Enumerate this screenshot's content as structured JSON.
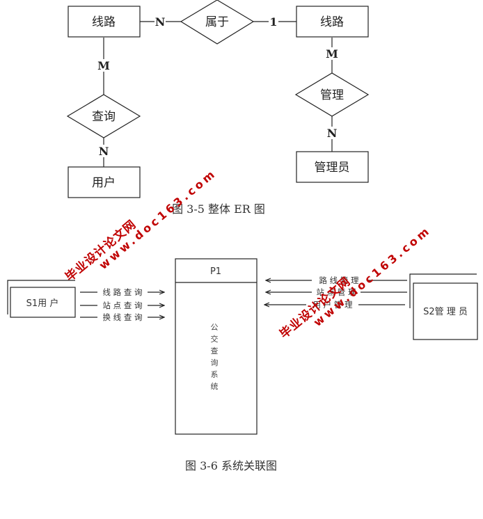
{
  "er_diagram": {
    "entities": {
      "route_left": "线路",
      "route_right": "线路",
      "user": "用户",
      "admin": "管理员"
    },
    "relationships": {
      "belongs_to": "属于",
      "query": "查询",
      "manage": "管理"
    },
    "cardinalities": {
      "route_left_belongs": "N",
      "route_right_belongs": "1",
      "route_left_query": "M",
      "user_query": "N",
      "route_right_manage": "M",
      "admin_manage": "N"
    },
    "caption": "图 3-5 整体 ER 图"
  },
  "context_diagram": {
    "process_id": "P1",
    "process_name": "公交查询系统",
    "process_name_chars": [
      "公",
      "交",
      "查",
      "询",
      "系",
      "统"
    ],
    "source_user": "S1用 户",
    "source_admin": "S2管 理 员",
    "user_flows": [
      "线 路 查 询",
      "站 点 查 询",
      "换 线 查 询"
    ],
    "admin_flows": [
      "路 线 管 理",
      "站 点 管 理",
      "用 户 管 理"
    ],
    "caption": "图 3-6 系统关联图"
  },
  "watermarks": [
    {
      "line1": "毕业设计论文网",
      "line2": "www.doc163.com"
    },
    {
      "line1": "毕业设计论文网",
      "line2": "www.doc163.com"
    }
  ],
  "colors": {
    "line": "#222222",
    "watermark": "#c00000"
  }
}
